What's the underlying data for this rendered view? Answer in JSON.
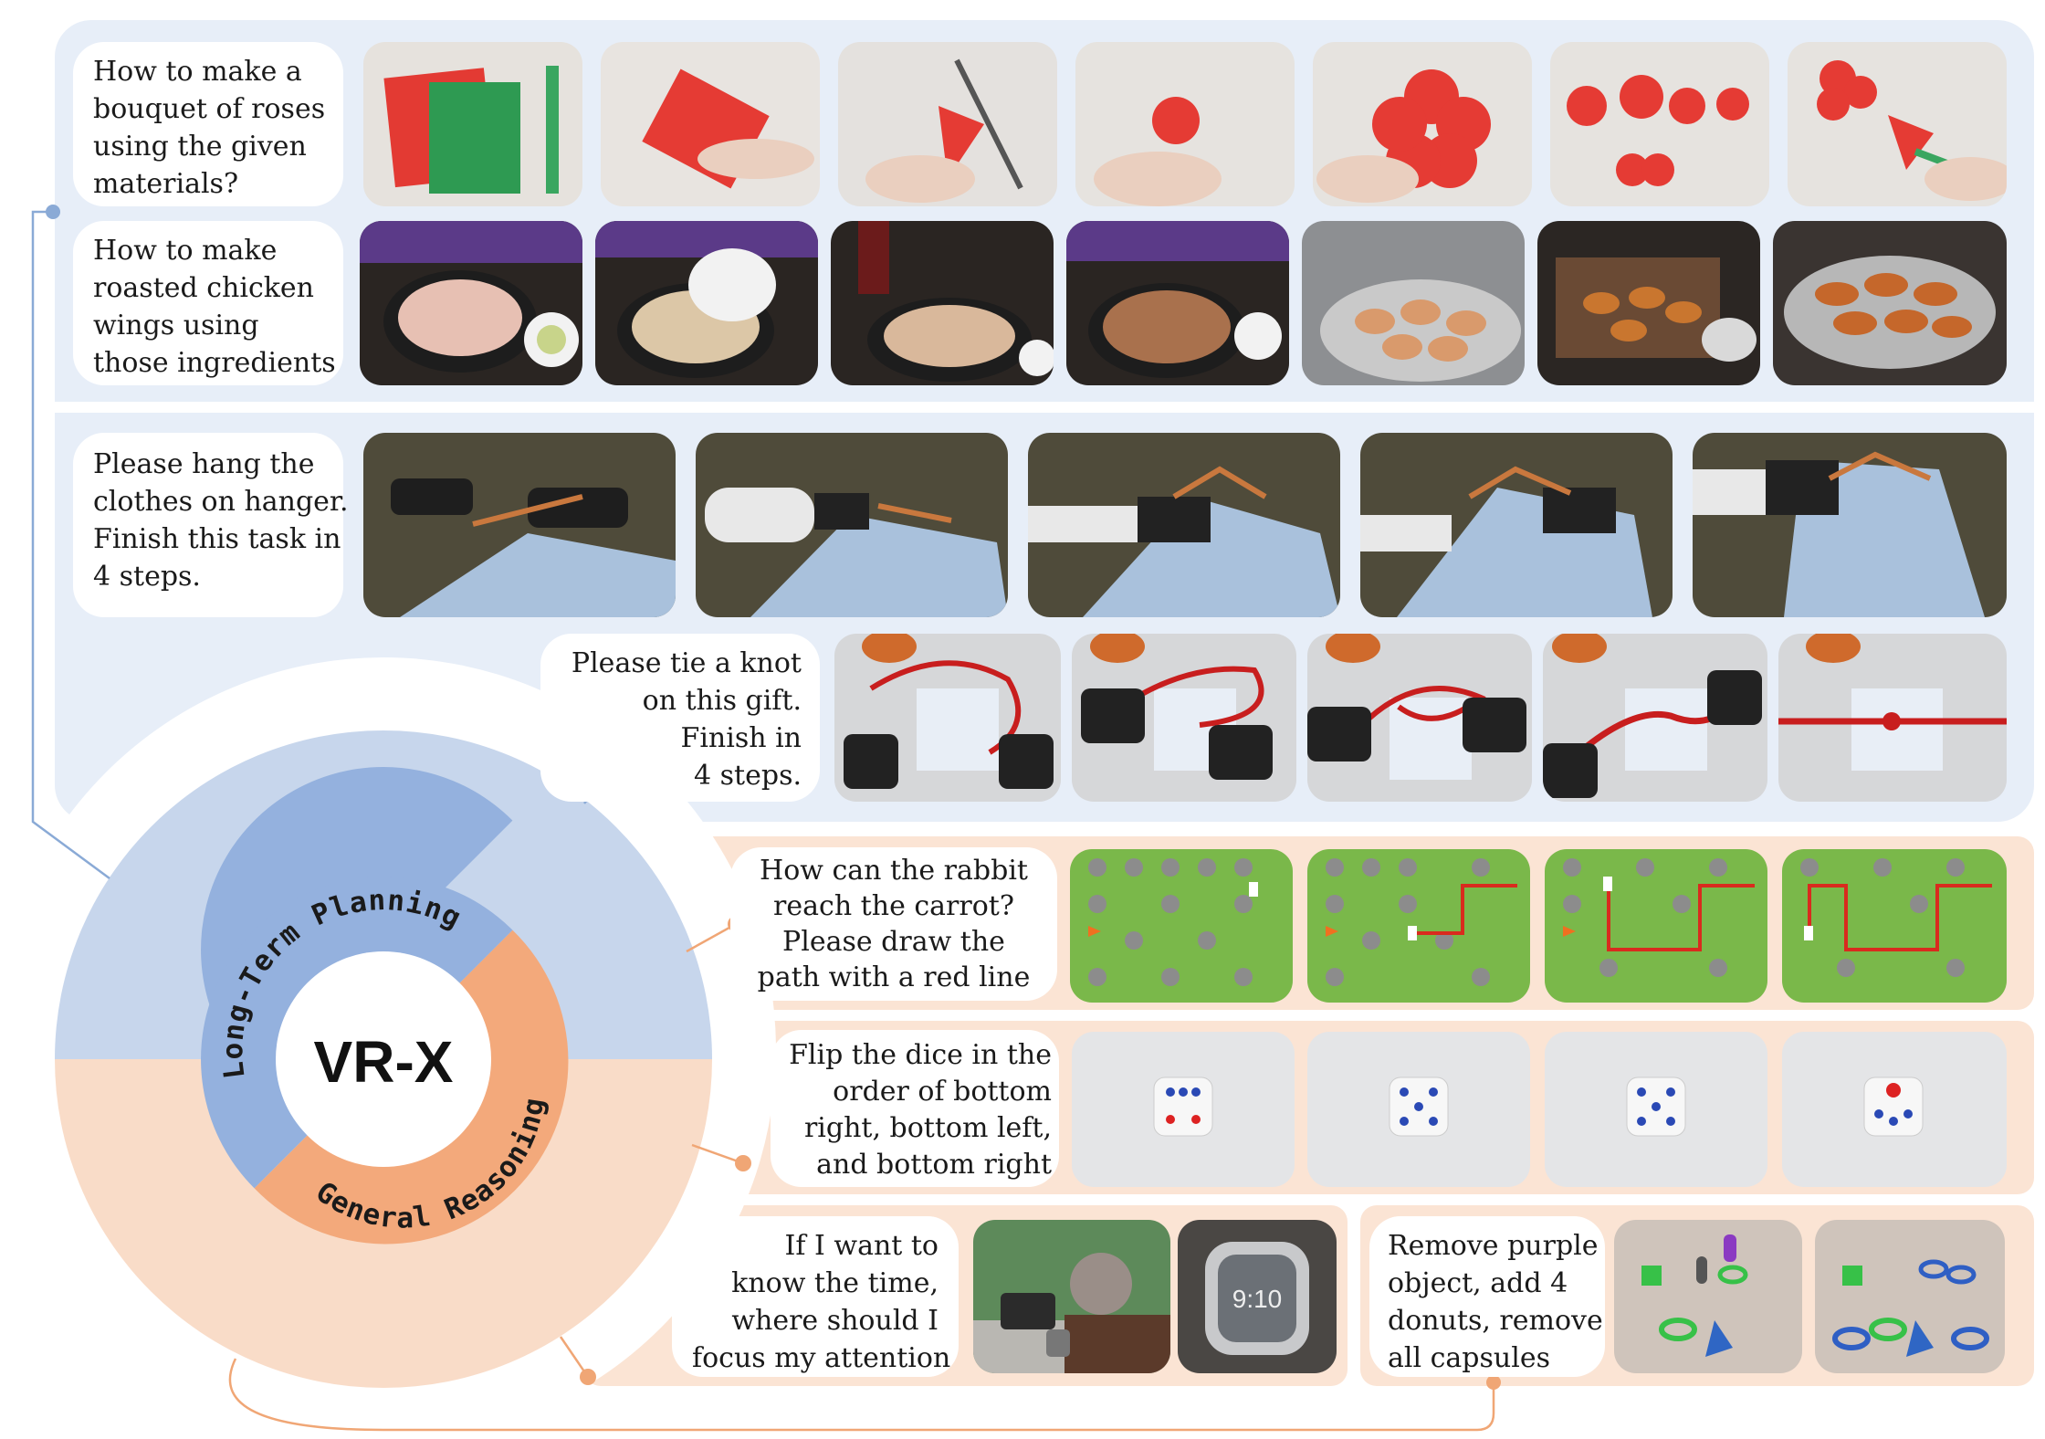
{
  "center_label": "VR-X",
  "ring_labels": {
    "planning": "Long-Term Planning",
    "reasoning": "General Reasoning"
  },
  "colors": {
    "planning_panel": "#e7eef8",
    "planning_ring": "#c7d6ec",
    "planning_inner": "#94b1de",
    "reasoning_panel": "#fbe4d4",
    "reasoning_ring": "#f9dcc8",
    "reasoning_inner": "#f3a97b",
    "connector_blue": "#8aaad6",
    "connector_orange": "#f0a675"
  },
  "tasks": {
    "roses": {
      "lines": [
        "How to make a",
        "bouquet of roses",
        "using the given",
        "materials?"
      ]
    },
    "chicken": {
      "lines": [
        "How to make",
        "roasted chicken",
        "wings using",
        "those ingredients"
      ]
    },
    "hanger": {
      "lines": [
        "Please hang the",
        "clothes on hanger.",
        "Finish this task in",
        "4 steps."
      ]
    },
    "knot": {
      "lines": [
        "Please tie a knot",
        "on this gift.",
        "Finish  in",
        "4 steps."
      ]
    },
    "rabbit": {
      "lines": [
        "How can the rabbit",
        "reach the carrot?",
        "Please draw the",
        "path with a red line"
      ]
    },
    "dice": {
      "lines": [
        "Flip the dice in the",
        "order of bottom",
        "right, bottom left,",
        "and bottom right"
      ]
    },
    "time": {
      "lines": [
        "If I want to",
        "know the time,",
        "where should I",
        "focus my attention"
      ]
    },
    "objects": {
      "lines": [
        "Remove purple",
        "object, add 4",
        "donuts, remove",
        "all capsules"
      ]
    }
  }
}
